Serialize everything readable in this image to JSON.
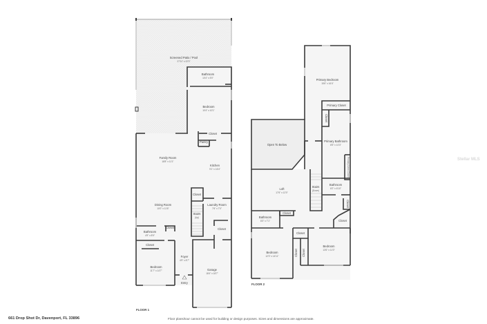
{
  "floor1": {
    "label": "FLOOR 1",
    "rooms": {
      "patio": {
        "name": "Screened Patio / Pool",
        "dim": "27'11\" x 22'3\""
      },
      "bathroom_top": {
        "name": "Bathroom",
        "dim": "10'4\" x 5'0\""
      },
      "bedroom_top": {
        "name": "Bedroom",
        "dim": "10'4\" x 10'1\""
      },
      "closet_top": {
        "name": "Closet"
      },
      "pantry": {
        "name": "Pantry"
      },
      "family_room": {
        "name": "Family Room",
        "dim": "18'8\" x 11'1\""
      },
      "kitchen": {
        "name": "Kitchen",
        "dim": "9'1\" x 16'4\""
      },
      "closet_mid": {
        "name": "Closet"
      },
      "laundry": {
        "name": "Laundry Room",
        "dim": "7'6\" x 7'0\""
      },
      "stairs_up": {
        "name": "Stairs",
        "sub": "(Up)"
      },
      "dining_room": {
        "name": "Dining Room",
        "dim": "10'0\" x 11'6\""
      },
      "closet_laundry": {
        "name": "Closet"
      },
      "bathroom_bottom": {
        "name": "Bathroom",
        "dim": "4'9\" x 8'9\""
      },
      "closet_bath": {
        "name": "Closet"
      },
      "closet_bed": {
        "name": "Closet"
      },
      "bedroom_bottom": {
        "name": "Bedroom",
        "dim": "11'7\" x 14'7\""
      },
      "foyer": {
        "name": "Foyer",
        "dim": "4'9\" x 8'7\""
      },
      "garage": {
        "name": "Garage",
        "dim": "18'4\" x 18'7\""
      },
      "entry": {
        "name": "Entry"
      }
    }
  },
  "floor2": {
    "label": "FLOOR 2",
    "rooms": {
      "primary_bedroom": {
        "name": "Primary Bedroom",
        "dim": "15'6\" x 16'4\""
      },
      "primary_closet": {
        "name": "Primary Closet"
      },
      "closet_a": {
        "name": "Closet"
      },
      "open_to_below": {
        "name": "Open To Below"
      },
      "primary_bathroom": {
        "name": "Primary Bathroom",
        "dim": "8'5\" x 10'3\""
      },
      "primary_linen": {
        "name": "Primary Linen Closet"
      },
      "loft": {
        "name": "Loft",
        "dim": "17'6\" x 12'0\""
      },
      "stairs_down": {
        "name": "Stairs",
        "sub": "(Down)"
      },
      "bathroom_right": {
        "name": "Bathroom",
        "dim": "8'2\" x 6'10\""
      },
      "closet_b": {
        "name": "Closet"
      },
      "closet_c": {
        "name": "Closet"
      },
      "bathroom_left": {
        "name": "Bathroom",
        "dim": "8'3\" x 7'1\""
      },
      "closet_d": {
        "name": "Closet"
      },
      "closet_e": {
        "name": "Closet"
      },
      "closet_f": {
        "name": "Closet"
      },
      "closet_g": {
        "name": "Closet"
      },
      "bedroom_left": {
        "name": "Bedroom",
        "dim": "12'3\" x 14'11\""
      },
      "bedroom_right": {
        "name": "Bedroom",
        "dim": "13'6\" x 11'0\""
      }
    }
  },
  "footer": {
    "address": "661 Drop Shot Dr, Davenport, FL 33896",
    "disclaimer": "Floor plans/tour cannot be used for building or design purposes. Sizes and dimensions are approximate."
  },
  "watermark": "Stellar MLS",
  "colors": {
    "wall": "#3a3a3a",
    "floor": "#f4f4f4",
    "window": "#cfcfcf",
    "patio": "#f0f0f0"
  }
}
